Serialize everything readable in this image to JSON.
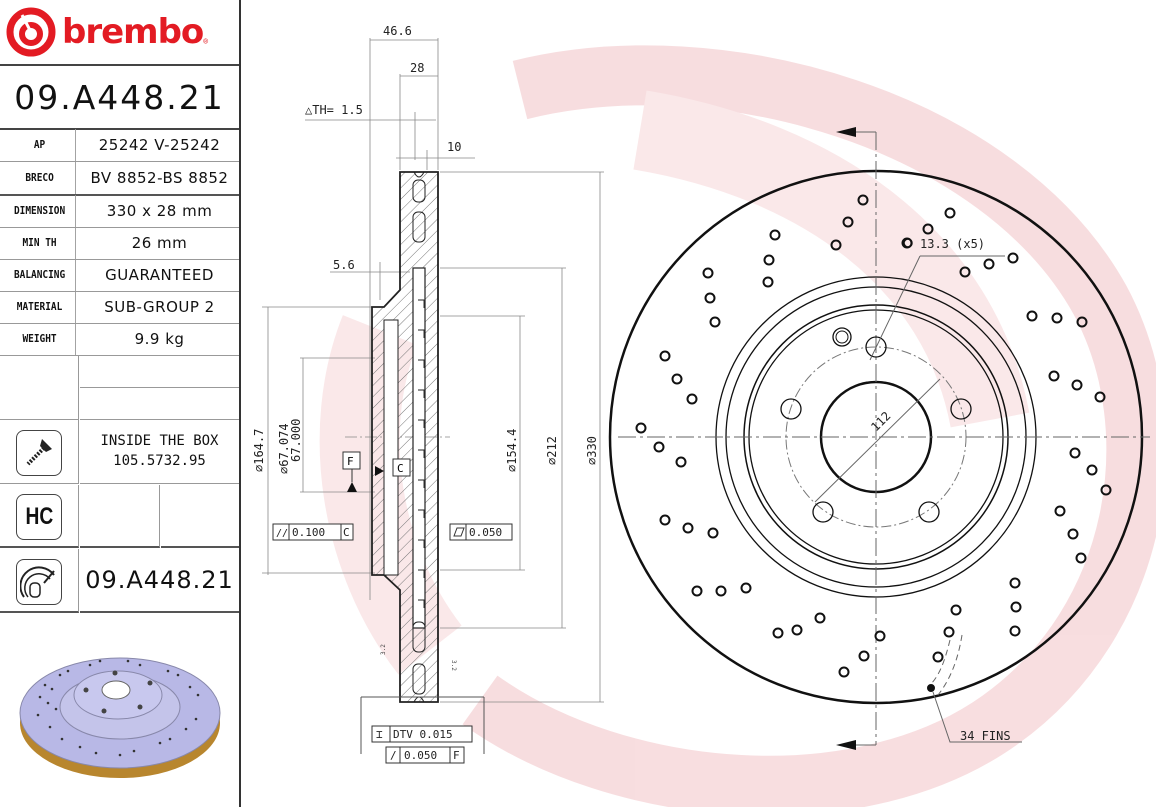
{
  "brand": {
    "logo_text": "brembo",
    "registered_mark": "®",
    "color": "#e31b23"
  },
  "part_number": "09.A448.21",
  "specs": [
    {
      "label": "AP",
      "value": "25242 V-25242"
    },
    {
      "label": "BRECO",
      "value": "BV 8852-BS 8852"
    },
    {
      "label": "DIMENSION",
      "value": "330 x 28 mm"
    },
    {
      "label": "MIN TH",
      "value": "26 mm"
    },
    {
      "label": "BALANCING",
      "value": "GUARANTEED"
    },
    {
      "label": "MATERIAL",
      "value": "SUB-GROUP 2"
    },
    {
      "label": "WEIGHT",
      "value": "9.9 kg"
    }
  ],
  "accessories": {
    "screw_icon": "screw-icon",
    "inside_box_label": "INSIDE THE BOX",
    "inside_box_code": "105.5732.95",
    "hc_icon_label": "HC",
    "disc_icon": "brake-disc-icon",
    "bottom_part_number": "09.A448.21"
  },
  "section_view": {
    "dim_total_height": "46.6",
    "dim_thickness": "28",
    "delta_th": "△TH= 1.5",
    "dim_10": "10",
    "dim_5_6": "5.6",
    "dia_164_7": "⌀164.7",
    "dia_67_074": "⌀67.074",
    "dia_67_000": "67.000",
    "dia_154_4": "⌀154.4",
    "dia_212": "⌀212",
    "dia_330": "⌀330",
    "datum_f": "F",
    "datum_c": "C",
    "parallelism_value": "0.100",
    "parallelism_datum": "C",
    "flatness_value": "0.050",
    "dtv_label": "DTV 0.015",
    "runout_value": "0.050",
    "runout_datum": "F",
    "roughness_left": "3.2",
    "roughness_right": "3.2"
  },
  "front_view": {
    "bolt_hole_label": "13.3 (x5)",
    "pcd_label": "112",
    "fins_label": "34 FINS"
  },
  "colors": {
    "watermark": "#f6d6d8",
    "line": "#222222",
    "dim_line": "#888888",
    "disc_render": "#b8b8e6"
  }
}
